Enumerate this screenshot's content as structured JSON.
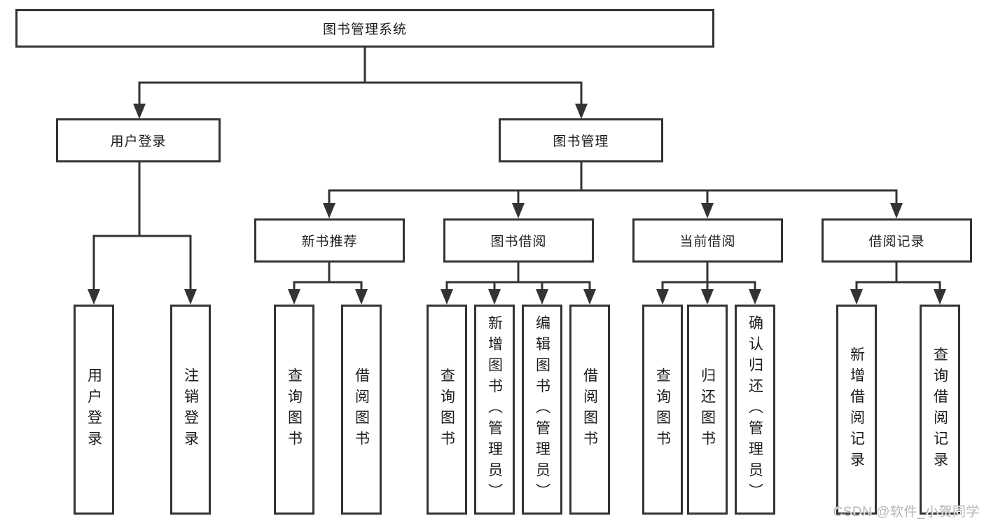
{
  "root": {
    "label": "图书管理系统"
  },
  "branches": [
    {
      "label": "用户登录",
      "children": [
        {
          "label": "用户登录"
        },
        {
          "label": "注销登录"
        }
      ]
    },
    {
      "label": "图书管理",
      "sections": [
        {
          "label": "新书推荐",
          "children": [
            {
              "label": "查询图书"
            },
            {
              "label": "借阅图书"
            }
          ]
        },
        {
          "label": "图书借阅",
          "children": [
            {
              "label": "查询图书"
            },
            {
              "label": "新增图书（管理员）"
            },
            {
              "label": "编辑图书（管理员）"
            },
            {
              "label": "借阅图书"
            }
          ]
        },
        {
          "label": "当前借阅",
          "children": [
            {
              "label": "查询图书"
            },
            {
              "label": "归还图书"
            },
            {
              "label": "确认归还（管理员）"
            }
          ]
        },
        {
          "label": "借阅记录",
          "children": [
            {
              "label": "新增借阅记录"
            },
            {
              "label": "查询借阅记录"
            }
          ]
        }
      ]
    }
  ],
  "watermark": {
    "text": "CSDN @软件_小贺同学"
  },
  "colors": {
    "line": "#333333",
    "text": "#1c1c1c",
    "watermark": "#b5b5b5",
    "background": "#ffffff"
  }
}
